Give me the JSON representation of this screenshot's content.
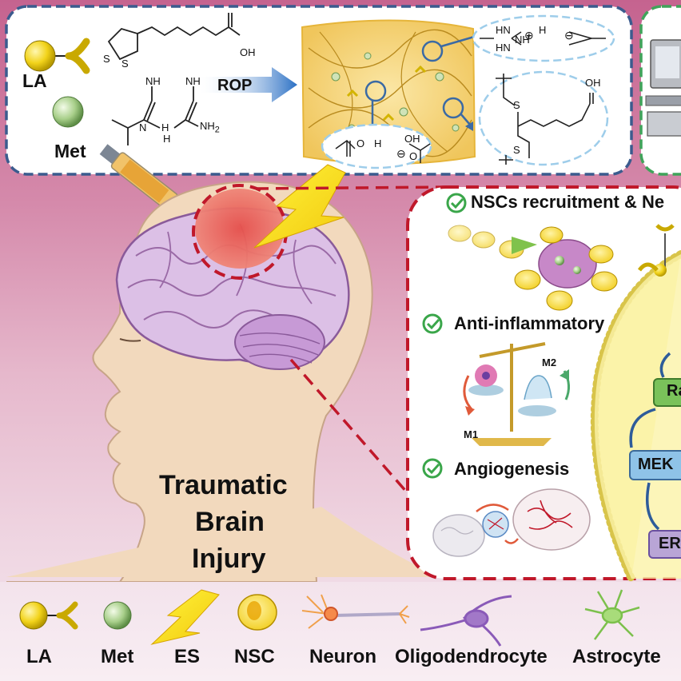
{
  "synthesis": {
    "la_label": "LA",
    "met_label": "Met",
    "rop_label": "ROP",
    "chem": {
      "oh_acid": "OH",
      "sulfur_1": "S",
      "sulfur_2": "S",
      "met_nh_1": "NH",
      "met_nh_2": "NH",
      "met_n": "N",
      "met_h_1": "H",
      "met_h_2": "H",
      "met_nh2": "NH",
      "met_nh2_sub": "2",
      "salt_hn_1": "HN",
      "salt_hn_2": "HN",
      "salt_h": "H",
      "salt_nh": "NH",
      "salt_plus": "⊕",
      "salt_minus": "⊖",
      "hb_o_1": "O",
      "hb_h": "H",
      "hb_oh": "OH",
      "hb_o_2": "O",
      "hb_minus": "⊖",
      "poly_s_1": "S",
      "poly_s_2": "S",
      "poly_oh": "OH"
    }
  },
  "main": {
    "title_line1": "Traumatic",
    "title_line2": "Brain",
    "title_line3": "Injury"
  },
  "effects": {
    "item1": "NSCs recruitment & Ne",
    "item2": "Anti-inflammatory",
    "item3": "Angiogenesis",
    "m1_label": "M1",
    "m2_label": "M2"
  },
  "pathway": {
    "node1": "Ra",
    "node2": "MEK",
    "node3": "ER"
  },
  "legend": {
    "items": [
      "LA",
      "Met",
      "ES",
      "NSC",
      "Neuron",
      "Oligodendrocyte",
      "Astrocyte"
    ]
  },
  "colors": {
    "la_yellow": "#f2d31a",
    "met_green": "#a8cf8a",
    "dashed_red": "#c0182a",
    "panel_blue": "#3b5b8e",
    "check_green": "#3aa64a",
    "pathway_green": "#7ac25a",
    "pathway_blue": "#8fc3e8",
    "pathway_purple": "#b9a5d6"
  }
}
